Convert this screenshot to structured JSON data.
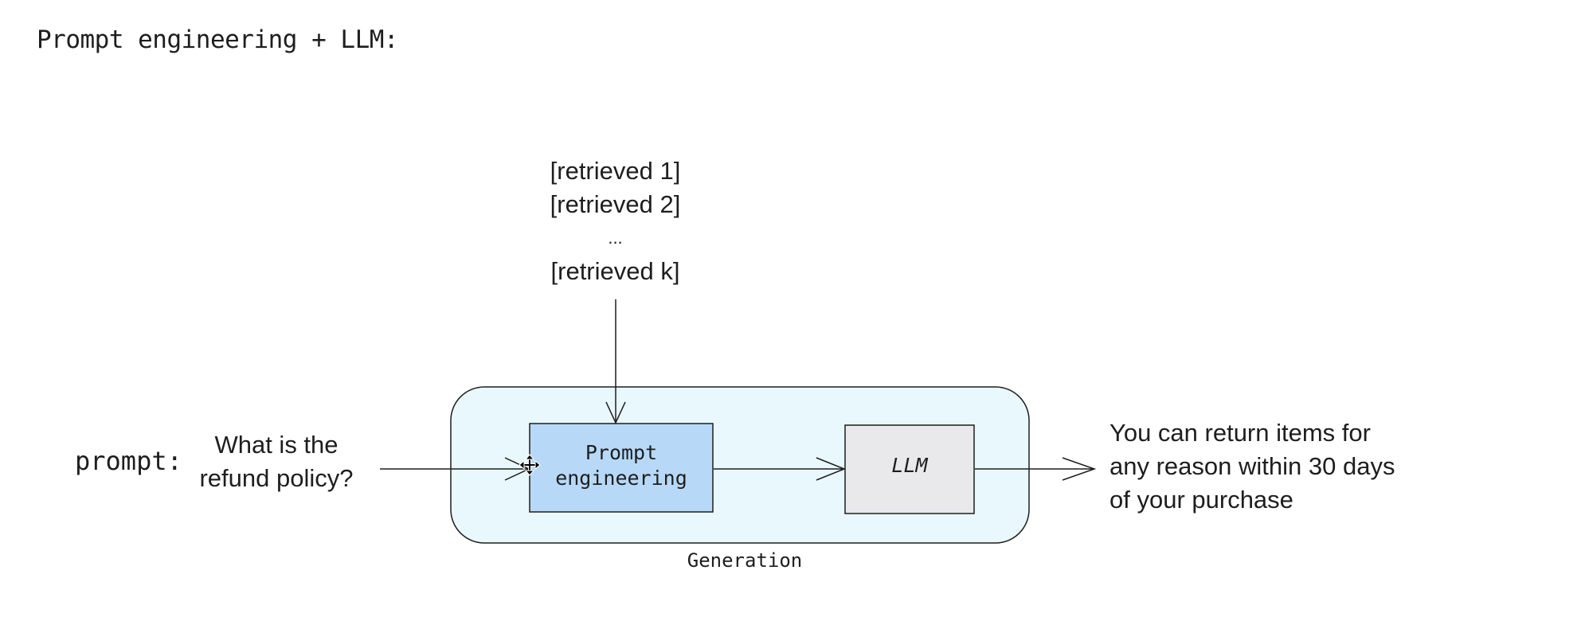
{
  "page": {
    "title": "Prompt engineering + LLM:"
  },
  "retrieved": {
    "lines": [
      "[retrieved 1]",
      "[retrieved 2]",
      "...",
      "[retrieved k]"
    ]
  },
  "input": {
    "tag": "prompt:",
    "query_lines": [
      "What is the",
      "refund policy?"
    ]
  },
  "generation": {
    "group_label": "Generation",
    "prompt_engineering_lines": [
      "Prompt",
      "engineering"
    ],
    "llm_label": "LLM"
  },
  "output": {
    "answer_lines": [
      "You can return items for",
      "any reason within 30 days",
      "of your purchase"
    ]
  },
  "colors": {
    "generation_fill": "#e9f8fc",
    "prompt_engineering_fill": "#b7d9f7",
    "llm_fill": "#e9e9ec",
    "stroke": "#1e1e1e"
  },
  "icons": {
    "cursor": "move-cursor-icon"
  }
}
